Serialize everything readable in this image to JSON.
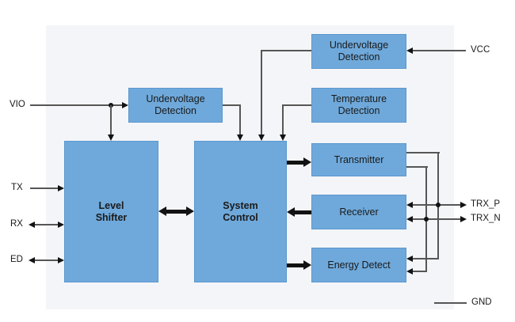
{
  "colors": {
    "background": "#ffffff",
    "chip_background": "#f4f5f8",
    "block_fill": "#6fa9db",
    "block_border": "#5a97ce",
    "wire": "#565656",
    "arrow": "#121212",
    "text": "#1a1a1a"
  },
  "blocks": {
    "uvd_left": {
      "lines": [
        "Undervoltage",
        "Detection"
      ]
    },
    "uvd_top": {
      "lines": [
        "Undervoltage",
        "Detection"
      ]
    },
    "temperature": {
      "lines": [
        "Temperature",
        "Detection"
      ]
    },
    "level_shifter": {
      "lines": [
        "Level",
        "Shifter"
      ]
    },
    "system_control": {
      "lines": [
        "System",
        "Control"
      ]
    },
    "transmitter": {
      "lines": [
        "Transmitter"
      ]
    },
    "receiver": {
      "lines": [
        "Receiver"
      ]
    },
    "energy_detect": {
      "lines": [
        "Energy Detect"
      ]
    }
  },
  "pins": {
    "vio": "VIO",
    "tx": "TX",
    "rx": "RX",
    "ed": "ED",
    "vcc": "VCC",
    "trx_p": "TRX_P",
    "trx_n": "TRX_N",
    "gnd": "GND"
  }
}
